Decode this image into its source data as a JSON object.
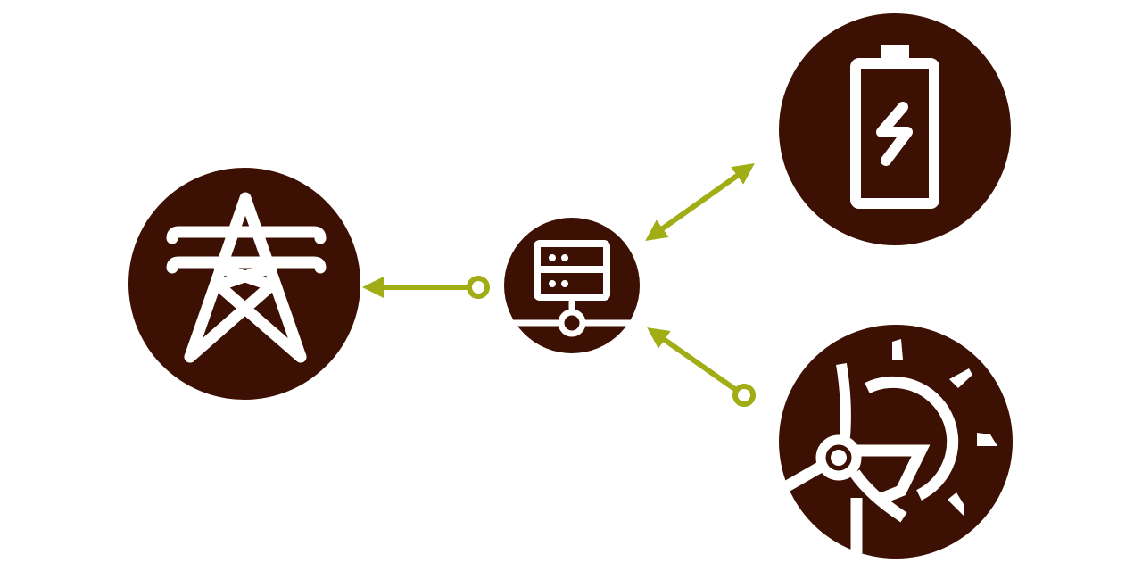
{
  "colors": {
    "node_fill": "#3c1104",
    "icon_stroke": "#ffffff",
    "connector": "#a0ad14",
    "background": "#ffffff"
  },
  "nodes": [
    {
      "id": "grid",
      "icon": "transmission-tower-icon"
    },
    {
      "id": "hub",
      "icon": "server-network-icon"
    },
    {
      "id": "storage",
      "icon": "battery-charging-icon"
    },
    {
      "id": "renewables",
      "icon": "wind-solar-icon"
    }
  ],
  "connections": [
    {
      "from": "hub",
      "to": "grid",
      "direction": "one-way"
    },
    {
      "from": "hub",
      "to": "storage",
      "direction": "two-way"
    },
    {
      "from": "renewables",
      "to": "hub",
      "direction": "one-way"
    }
  ]
}
